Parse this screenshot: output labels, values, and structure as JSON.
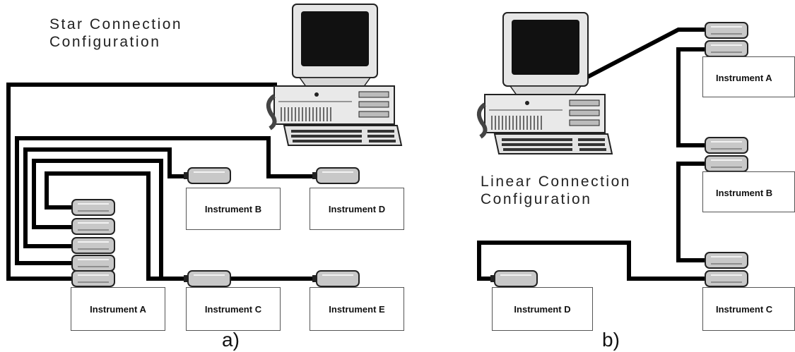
{
  "panel_a": {
    "title_line1": "Star Connection",
    "title_line2": "Configuration",
    "caption": "a)",
    "instruments": {
      "a": "Instrument A",
      "b": "Instrument B",
      "c": "Instrument C",
      "d": "Instrument D",
      "e": "Instrument E"
    }
  },
  "panel_b": {
    "title_line1": "Linear Connection",
    "title_line2": "Configuration",
    "caption": "b)",
    "instruments": {
      "a": "Instrument A",
      "b": "Instrument B",
      "c": "Instrument C",
      "d": "Instrument D"
    }
  },
  "colors": {
    "cable": "#000000",
    "connector": "#c8c8c8",
    "monitor_screen": "#111111",
    "box_border": "#555555"
  }
}
